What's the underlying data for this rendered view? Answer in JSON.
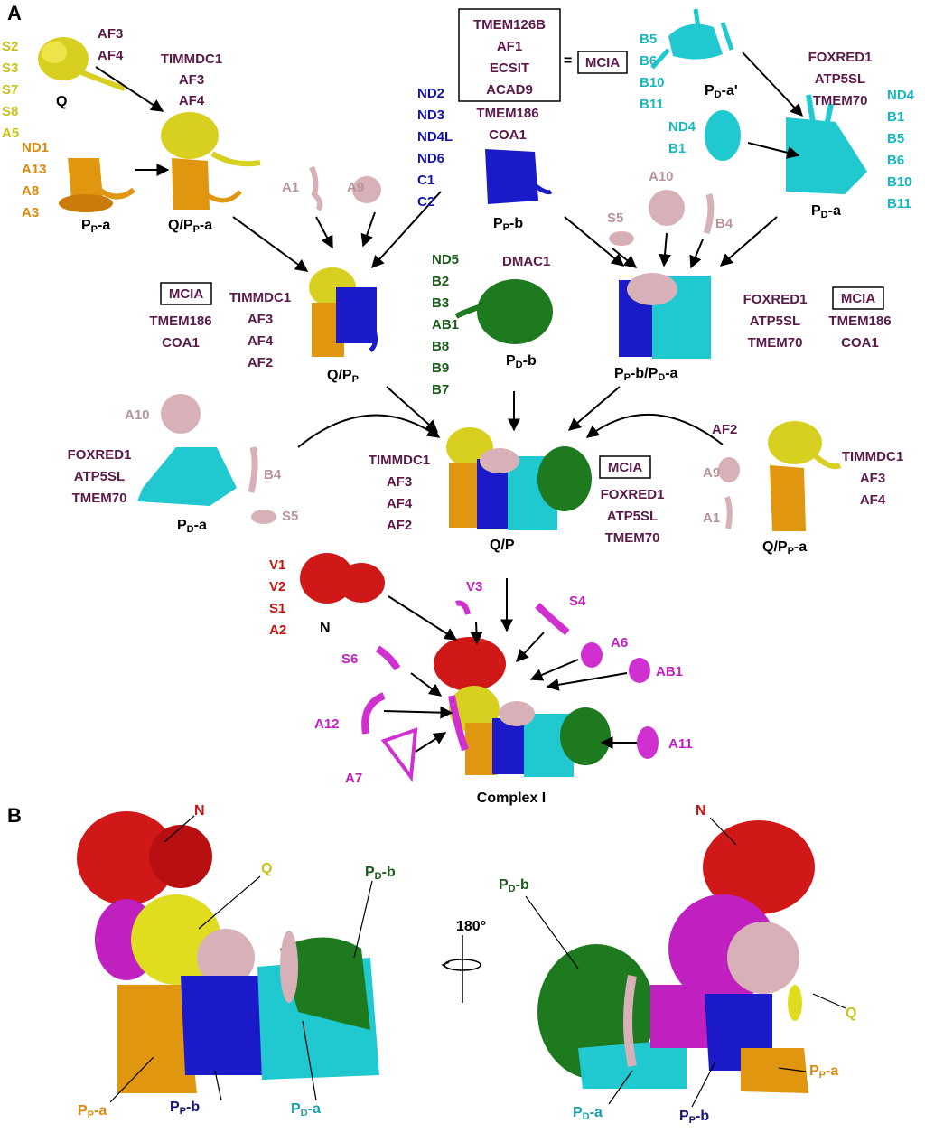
{
  "colors": {
    "yellow": "#c8c21a",
    "orange": "#d98a0f",
    "blue": "#1414a8",
    "cyan": "#16b8c0",
    "pink": "#b7949a",
    "purple": "#5a1a4a",
    "green": "#1a5a1a",
    "red": "#cc1010",
    "magenta": "#c020c0",
    "black": "#000000",
    "ppaText": "#d98a0f",
    "ppbText": "#141480",
    "pdaText": "#16a0a8"
  },
  "panels": {
    "a": "A",
    "b": "B"
  },
  "mcia": "MCIA",
  "equals": "=",
  "modules": {
    "q": "Q",
    "ppa_main": "P",
    "ppa_sub": "P",
    "ppa_tail": "-a",
    "qppa_main": "Q/P",
    "qppa_sub": "P",
    "qppa_tail": "-a",
    "ppb_main": "P",
    "ppb_sub": "P",
    "ppb_tail": "-b",
    "pda_prime_main": "P",
    "pda_prime_sub": "D",
    "pda_prime_tail": "-a'",
    "pda_main": "P",
    "pda_sub": "D",
    "pda_tail": "-a",
    "qpp_main": "Q/P",
    "qpp_sub": "P",
    "pdb_main": "P",
    "pdb_sub": "D",
    "pdb_tail": "-b",
    "ppbpda_main": "P",
    "ppbpda_sub1": "P",
    "ppbpda_mid": "-b/P",
    "ppbpda_sub2": "D",
    "ppbpda_tail": "-a",
    "pda2_main": "P",
    "pda2_sub": "D",
    "pda2_tail": "-a",
    "qp": "Q/P",
    "qppa2_main": "Q/P",
    "qppa2_sub": "P",
    "qppa2_tail": "-a",
    "n": "N",
    "complex": "Complex I"
  },
  "groups": {
    "q_subunits": [
      "S2",
      "S3",
      "S7",
      "S8",
      "A5"
    ],
    "q_af": [
      "AF3",
      "AF4"
    ],
    "timmdc_af": [
      "TIMMDC1",
      "AF3",
      "AF4"
    ],
    "ppa_subunits": [
      "ND1",
      "A13",
      "A8",
      "A3"
    ],
    "mcia_members": [
      "TMEM126B",
      "AF1",
      "ECSIT",
      "ACAD9"
    ],
    "ppb_assembly": [
      "TMEM186",
      "COA1"
    ],
    "ppb_subunits": [
      "ND2",
      "ND3",
      "ND4L",
      "ND6",
      "C1",
      "C2"
    ],
    "pda_prime_subunits": [
      "B5",
      "B6",
      "B10",
      "B11"
    ],
    "foxred_group": [
      "FOXRED1",
      "ATP5SL",
      "TMEM70"
    ],
    "nd4b1": [
      "ND4",
      "B1"
    ],
    "pda_subunits": [
      "ND4",
      "B1",
      "B5",
      "B6",
      "B10",
      "B11"
    ],
    "a1": "A1",
    "a9": "A9",
    "a10": "A10",
    "s5": "S5",
    "b4": "B4",
    "qpp_left": [
      "TMEM186",
      "COA1"
    ],
    "qpp_af": [
      "TIMMDC1",
      "AF3",
      "AF4",
      "AF2"
    ],
    "pdb_subunits": [
      "ND5",
      "B2",
      "B3",
      "AB1",
      "B8",
      "B9",
      "B7"
    ],
    "pdb_assembly": "DMAC1",
    "ppbpda_right": [
      "TMEM186",
      "COA1"
    ],
    "pda2_left": [
      "FOXRED1",
      "ATP5SL",
      "TMEM70"
    ],
    "qp_left": [
      "TIMMDC1",
      "AF3",
      "AF4",
      "AF2"
    ],
    "qp_right": [
      "FOXRED1",
      "ATP5SL",
      "TMEM70"
    ],
    "af2": "AF2",
    "qppa2_right": [
      "TIMMDC1",
      "AF3",
      "AF4"
    ],
    "n_subunits": [
      "V1",
      "V2",
      "S1",
      "A2"
    ],
    "v3": "V3",
    "s4": "S4",
    "a6": "A6",
    "ab1": "AB1",
    "s6": "S6",
    "a12": "A12",
    "a7": "A7",
    "a11": "A11"
  },
  "panel_b": {
    "n": "N",
    "q": "Q",
    "pdb_main": "P",
    "pdb_sub": "D",
    "pdb_tail": "-b",
    "ppa_main": "P",
    "ppa_sub": "P",
    "ppa_tail": "-a",
    "ppb_main": "P",
    "ppb_sub": "P",
    "ppb_tail": "-b",
    "pda_main": "P",
    "pda_sub": "D",
    "pda_tail": "-a",
    "rotation": "180°"
  }
}
